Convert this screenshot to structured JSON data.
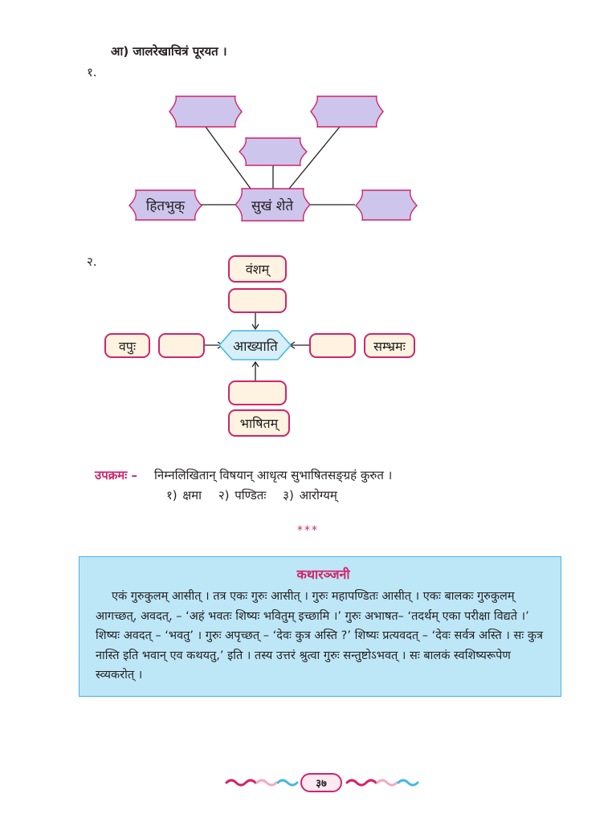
{
  "activity": {
    "heading": "आ) जालरेखाचित्रं पूरयत ।",
    "q1_number": "१.",
    "q2_number": "२."
  },
  "web1": {
    "center": "सुखं शेते",
    "left": "हितभुक्",
    "blank_label": ""
  },
  "web2": {
    "center": "आख्याति",
    "top": "वंशम्",
    "bottom": "भाषितम्",
    "left": "वपुः",
    "right": "सम्भ्रमः"
  },
  "upakram": {
    "label": "उपक्रमः –",
    "instruction": "निम्नलिखितान् विषयान् आधृत्य सुभाषितसङ्ग्रहं कुरुत ।",
    "items": [
      "१) क्षमा",
      "२) पण्डितः",
      "३) आरोग्यम्"
    ]
  },
  "separator": "***",
  "story": {
    "title": "कथारञ्जनी",
    "body": "एकं गुरुकुलम् आसीत् । तत्र एकः गुरुः आसीत् । गुरुः महापण्डितः आसीत् । एकः बालकः गुरुकुलम् आगच्छत्, अवदत्, – ‘अहं भवतः शिष्यः भवितुम् इच्छामि ।’ गुरुः अभाषत– ‘तदर्थम् एका परीक्षा विद्यते ।’ शिष्यः अवदत् – ‘भवतु’ । गुरुः अपृच्छत् – ‘देवः कुत्र अस्ति ?’ शिष्यः प्रत्यवदत् – ‘देवः सर्वत्र अस्ति । सः कुत्र नास्ति इति भवान् एव कथयतु,’ इति । तस्य उत्तरं श्रुत्वा गुरुः सन्तुष्टोऽभवत् । सः बालकं स्वशिष्यरूपेण स्व्यकरोत् ।"
  },
  "footer": {
    "page_number": "३७"
  },
  "colors": {
    "accent": "#d2236a",
    "box_fill": "#bde7f7",
    "web_node_fill": "#cdc5ec",
    "pill_fill": "#fdf3e0",
    "hex_fill": "#d6effa"
  }
}
